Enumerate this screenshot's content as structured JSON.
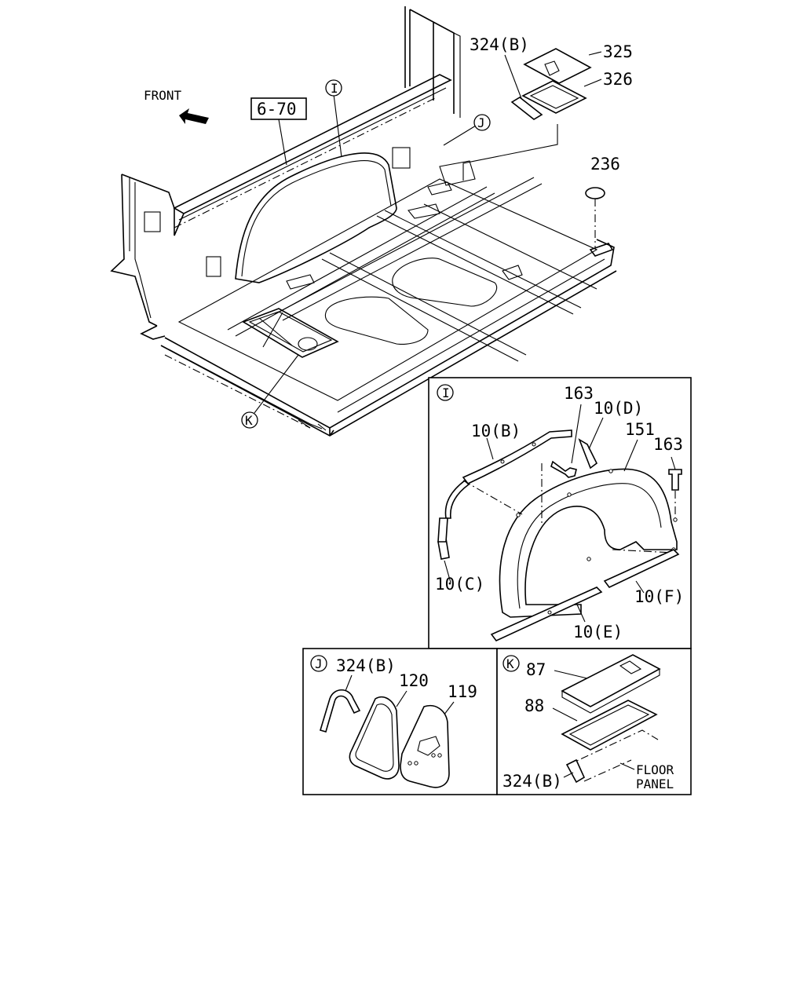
{
  "main": {
    "front_label": "FRONT",
    "ref_box_label": "6-70",
    "callouts": {
      "I": "I",
      "J": "J",
      "K": "K"
    },
    "parts": {
      "p324b": "324(B)",
      "p325": "325",
      "p326": "326",
      "p236": "236"
    }
  },
  "detail_i": {
    "tag": "I",
    "labels": {
      "p163_a": "163",
      "p10d": "10(D)",
      "p10b": "10(B)",
      "p151": "151",
      "p163_b": "163",
      "p10c": "10(C)",
      "p10f": "10(F)",
      "p10e": "10(E)"
    }
  },
  "detail_j": {
    "tag": "J",
    "labels": {
      "p324b": "324(B)",
      "p120": "120",
      "p119": "119"
    }
  },
  "detail_k": {
    "tag": "K",
    "labels": {
      "p87": "87",
      "p88": "88",
      "p324b": "324(B)",
      "floor": "FLOOR",
      "panel": "PANEL"
    }
  }
}
